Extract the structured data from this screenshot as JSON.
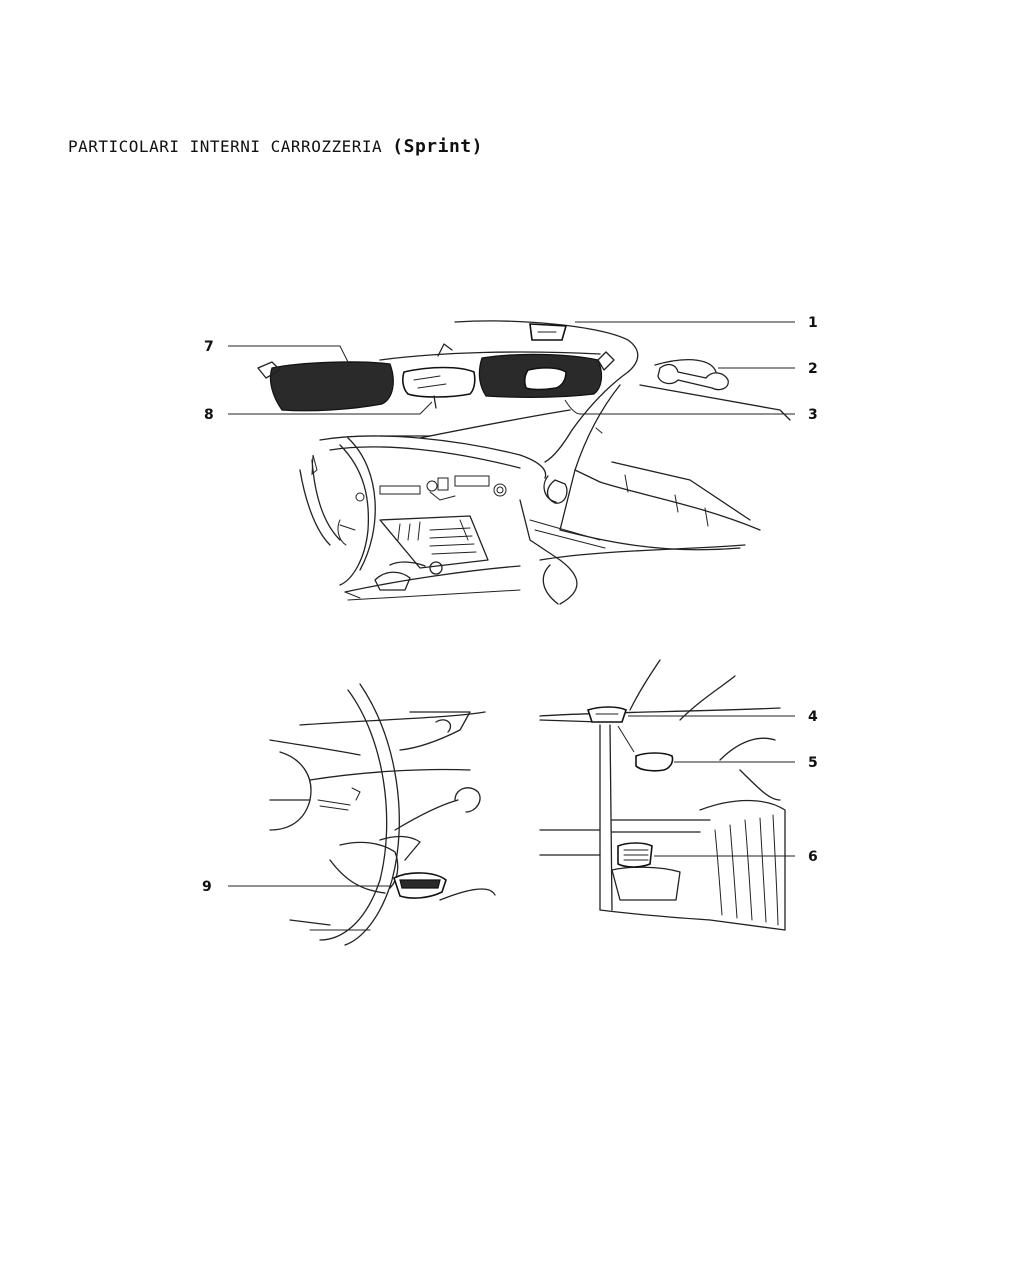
{
  "page": {
    "title_main": "PARTICOLARI INTERNI CARROZZERIA",
    "title_sub": "(Sprint)"
  },
  "callouts": {
    "c1": "1",
    "c2": "2",
    "c3": "3",
    "c4": "4",
    "c5": "5",
    "c6": "6",
    "c7": "7",
    "c8": "8",
    "c9": "9"
  }
}
